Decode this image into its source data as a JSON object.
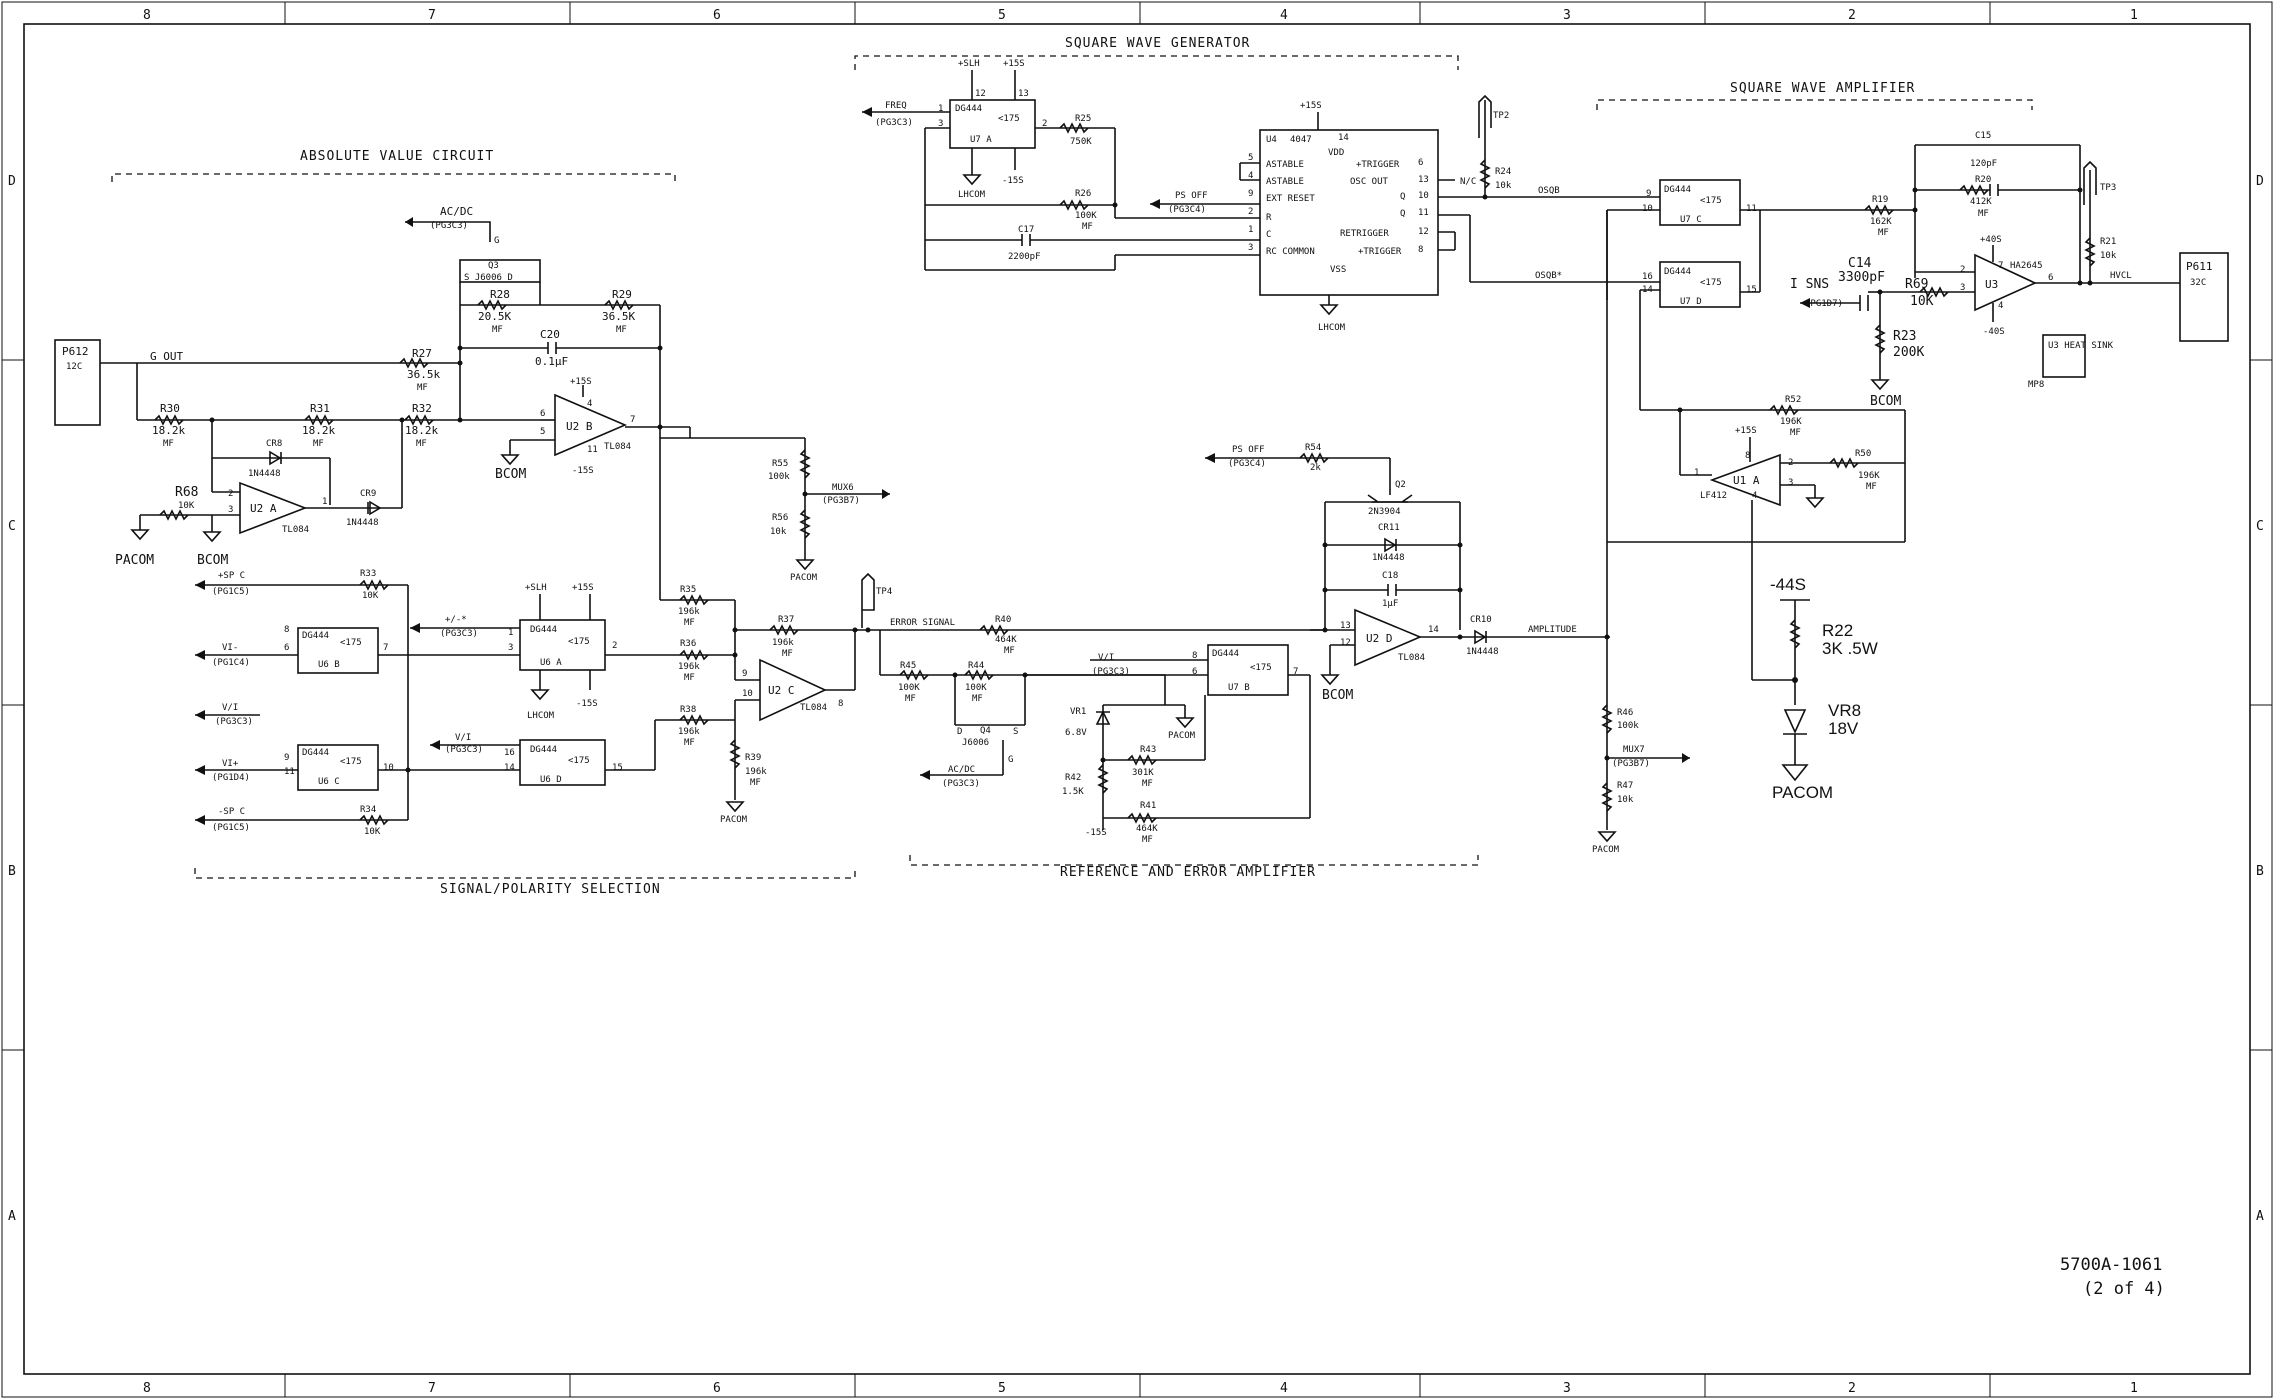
{
  "border": {
    "columns": [
      "8",
      "7",
      "6",
      "5",
      "4",
      "3",
      "2",
      "1"
    ],
    "rows": [
      "D",
      "C",
      "B",
      "A"
    ]
  },
  "sections": {
    "absolute_value": "ABSOLUTE VALUE CIRCUIT",
    "square_wave_gen": "SQUARE WAVE GENERATOR",
    "square_wave_amp": "SQUARE WAVE AMPLIFIER",
    "signal_polarity": "SIGNAL/POLARITY SELECTION",
    "reference_error": "REFERENCE AND ERROR AMPLIFIER"
  },
  "connectors": {
    "p612": {
      "name": "P612",
      "pin": "12C"
    },
    "p611": {
      "name": "P611",
      "pin": "32C"
    }
  },
  "labels": {
    "gout": "G OUT",
    "acdc": "AC/DC",
    "acdc_ref": "(PG3C3)",
    "q3": "Q3",
    "q3_part": "S J6006 D",
    "g": "G",
    "r28": "R28",
    "r28_v": "20.5K",
    "mf": "MF",
    "r29": "R29",
    "r29_v": "36.5K",
    "c20": "C20",
    "c20_v": "0.1μF",
    "r27": "R27",
    "r27_v": "36.5k",
    "r30": "R30",
    "r30_v": "18.2k",
    "r31": "R31",
    "r31_v": "18.2k",
    "r32": "R32",
    "r32_v": "18.2k",
    "cr8": "CR8",
    "cr9": "CR9",
    "in4448": "1N4448",
    "r68": "R68",
    "r68_v": "10K",
    "u2a": "U2 A",
    "u2b": "U2 B",
    "u2c": "U2 C",
    "u2d": "U2 D",
    "tl084": "TL084",
    "pacom": "PACOM",
    "bcom": "BCOM",
    "lhcom": "LHCOM",
    "p15s": "+15S",
    "m15s": "-15S",
    "slh": "+SLH",
    "r55": "R55",
    "r55_v": "100k",
    "r56": "R56",
    "r56_v": "10k",
    "mux6": "MUX6",
    "mux6_ref": "(PG3B7)",
    "spc": "+SP C",
    "spc_ref": "(PG1C5)",
    "r33": "R33",
    "r33_v": "10K",
    "pm": "+/-*",
    "pm_ref": "(PG3C3)",
    "vim": "VI-",
    "vim_ref": "(PG1C4)",
    "vi": "V/I",
    "vi_ref": "(PG3C3)",
    "vip": "VI+",
    "vip_ref": "(PG1D4)",
    "mspc": "-SP C",
    "mspc_ref": "(PG1C5)",
    "r34": "R34",
    "r34_v": "10K",
    "dg444": "DG444",
    "u6a": "U6 A",
    "u6b": "U6 B",
    "u6c": "U6 C",
    "u6d": "U6 D",
    "u7a": "U7 A",
    "u7b": "U7 B",
    "u7c": "U7 C",
    "u7d": "U7 D",
    "k175": "<175",
    "r35": "R35",
    "r36": "R36",
    "r37": "R37",
    "r38": "R38",
    "r39": "R39",
    "v196k": "196k",
    "tp4": "TP4",
    "err": "ERROR SIGNAL",
    "r40": "R40",
    "r40_v": "464K",
    "r45": "R45",
    "r44": "R44",
    "v100k": "100K",
    "q4": "Q4",
    "q4_part": "J6006",
    "acdc2": "AC/DC",
    "acdc2_ref": "(PG3C3)",
    "vr1": "VR1",
    "vr1_v": "6.8V",
    "r42": "R42",
    "r42_v": "1.5K",
    "r43": "R43",
    "r43_v": "301K",
    "r41": "R41",
    "r41_v": "464K",
    "psoff": "PS OFF",
    "psoff_ref": "(PG3C4)",
    "r54": "R54",
    "r54_v": "2k",
    "q2": "Q2",
    "q2_part": "2N3904",
    "cr11": "CR11",
    "c18": "C18",
    "c18_v": "1μF",
    "cr10": "CR10",
    "amplitude": "AMPLITUDE",
    "r46": "R46",
    "r46_v": "100k",
    "r47": "R47",
    "r47_v": "10k",
    "mux7": "MUX7",
    "mux7_ref": "(PG3B7)",
    "freq": "FREQ",
    "freq_ref": "(PG3C3)",
    "r25": "R25",
    "r25_v": "750K",
    "r26": "R26",
    "r26_v": "100K",
    "c17": "C17",
    "c17_v": "2200pF",
    "u4": "U4",
    "u4_part": "4047",
    "vdd": "VDD",
    "vss": "VSS",
    "astable": "ASTABLE",
    "astable_n": "ASTABLE",
    "ext_reset": "EXT RESET",
    "r": "R",
    "c": "C",
    "rc_common": "RC COMMON",
    "ptrig": "+TRIGGER",
    "osc_out": "OSC OUT",
    "q": "Q",
    "qn": "Q",
    "retrigger": "RETRIGGER",
    "mtrig": "+TRIGGER",
    "nc": "N/C",
    "tp2": "TP2",
    "r24": "R24",
    "r24_v": "10k",
    "osqb": "OSQB",
    "osqbn": "OSQB*",
    "c15": "C15",
    "c15_v": "120pF",
    "r20": "R20",
    "r20_v": "412K",
    "r19": "R19",
    "r19_v": "162K",
    "tp3": "TP3",
    "r21": "R21",
    "r21_v": "10k",
    "p40s": "+40S",
    "m40s": "-40S",
    "u3": "U3",
    "ha2645": "HA2645",
    "hvcl": "HVCL",
    "isns": "I SNS",
    "isns_ref": "(PG1D7)",
    "c14": "C14",
    "c14_v": "3300pF",
    "r69": "R69",
    "r69_v": "10K",
    "r23": "R23",
    "r23_v": "200K",
    "heatsink": "U3 HEAT SINK",
    "mp8": "MP8",
    "r52": "R52",
    "r52_v": "196K",
    "u1a": "U1 A",
    "lf412": "LF412",
    "r50": "R50",
    "r50_v": "196K",
    "m44s": "-44S",
    "r22": "R22",
    "r22_v": "3K .5W",
    "vr8": "VR8",
    "vr8_v": "18V",
    "docnum": "5700A-1061",
    "sheet": "(2 of 4)"
  },
  "icons": [
    "ground-symbol-icon",
    "diode-icon",
    "zener-icon",
    "test-point-icon",
    "op-amp-icon",
    "switch-icon"
  ]
}
